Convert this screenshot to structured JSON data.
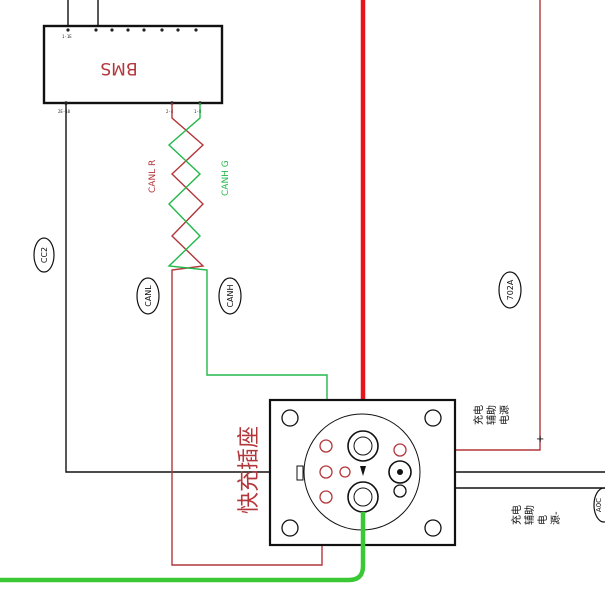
{
  "bms": {
    "label": "BMS",
    "pin_top_left": "1-1E",
    "pin_bottom_left": "2E-10",
    "pin_bottom_right_a": "2-4",
    "pin_bottom_right_b": "1-8"
  },
  "wires": {
    "canl_vertical_label": "CANL R",
    "canh_vertical_label": "CANH G",
    "tag_canl": "CANL",
    "tag_canh": "CANH",
    "tag_cc2": "CC2",
    "tag_702a": "702A",
    "tag_partial": "A0C"
  },
  "connector": {
    "label": "快充插座"
  },
  "aux_power": {
    "plus_label_1": "充电",
    "plus_label_2": "辅助",
    "plus_label_3": "电源",
    "plus_label_4": "+",
    "minus_label_1": "充电",
    "minus_label_2": "辅助",
    "minus_label_3": "电",
    "minus_label_4": "源-"
  },
  "colors": {
    "red_wire": "#b3363a",
    "green_wire": "#22b84a",
    "bright_red": "#e8141b",
    "bright_green": "#3ac934",
    "black": "#111111"
  }
}
